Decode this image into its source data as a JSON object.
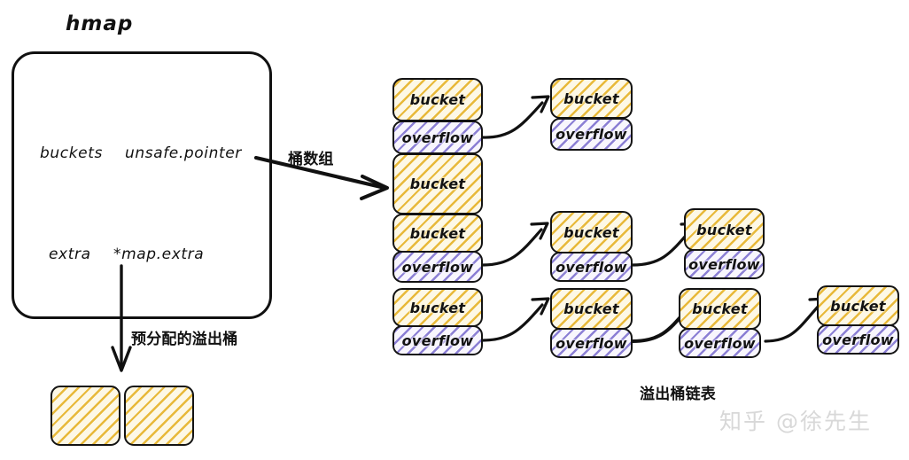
{
  "diagram": {
    "title": "hmap",
    "fields": [
      {
        "name": "buckets",
        "type": "unsafe.pointer"
      },
      {
        "name": "extra",
        "type": "*map.extra"
      }
    ],
    "annotations": {
      "bucket_array": "桶数组",
      "prealloc_overflow": "预分配的溢出桶",
      "overflow_chain": "溢出桶链表"
    },
    "labels": {
      "bucket": "bucket",
      "overflow": "overflow"
    },
    "watermark": "知乎 @徐先生",
    "colors": {
      "bucket_fill": "#fdf8e6",
      "bucket_hatch": "#e8b93a",
      "overflow_fill": "#f8f6fd",
      "overflow_hatch": "#8b7fd4",
      "stroke": "#131313",
      "watermark": "#d8d8d8"
    },
    "bucket_array": {
      "caption": "桶数组",
      "slots": [
        {
          "bucket": "bucket",
          "overflow": "overflow",
          "has_overflow": true
        },
        {
          "bucket": "bucket",
          "overflow": null,
          "has_overflow": false
        },
        {
          "bucket": "bucket",
          "overflow": "overflow",
          "has_overflow": true
        },
        {
          "bucket": "bucket",
          "overflow": "overflow",
          "has_overflow": true
        }
      ]
    },
    "chains": [
      {
        "from_slot": 0,
        "nodes": [
          {
            "bucket": "bucket",
            "overflow": "overflow"
          }
        ]
      },
      {
        "from_slot": 2,
        "nodes": [
          {
            "bucket": "bucket",
            "overflow": "overflow"
          },
          {
            "bucket": "bucket",
            "overflow": "overflow"
          }
        ]
      },
      {
        "from_slot": 3,
        "nodes": [
          {
            "bucket": "bucket",
            "overflow": "overflow"
          },
          {
            "bucket": "bucket",
            "overflow": "overflow"
          },
          {
            "bucket": "bucket",
            "overflow": "overflow"
          }
        ]
      }
    ],
    "prealloc_buckets": {
      "caption": "预分配的溢出桶",
      "count": 2
    }
  }
}
